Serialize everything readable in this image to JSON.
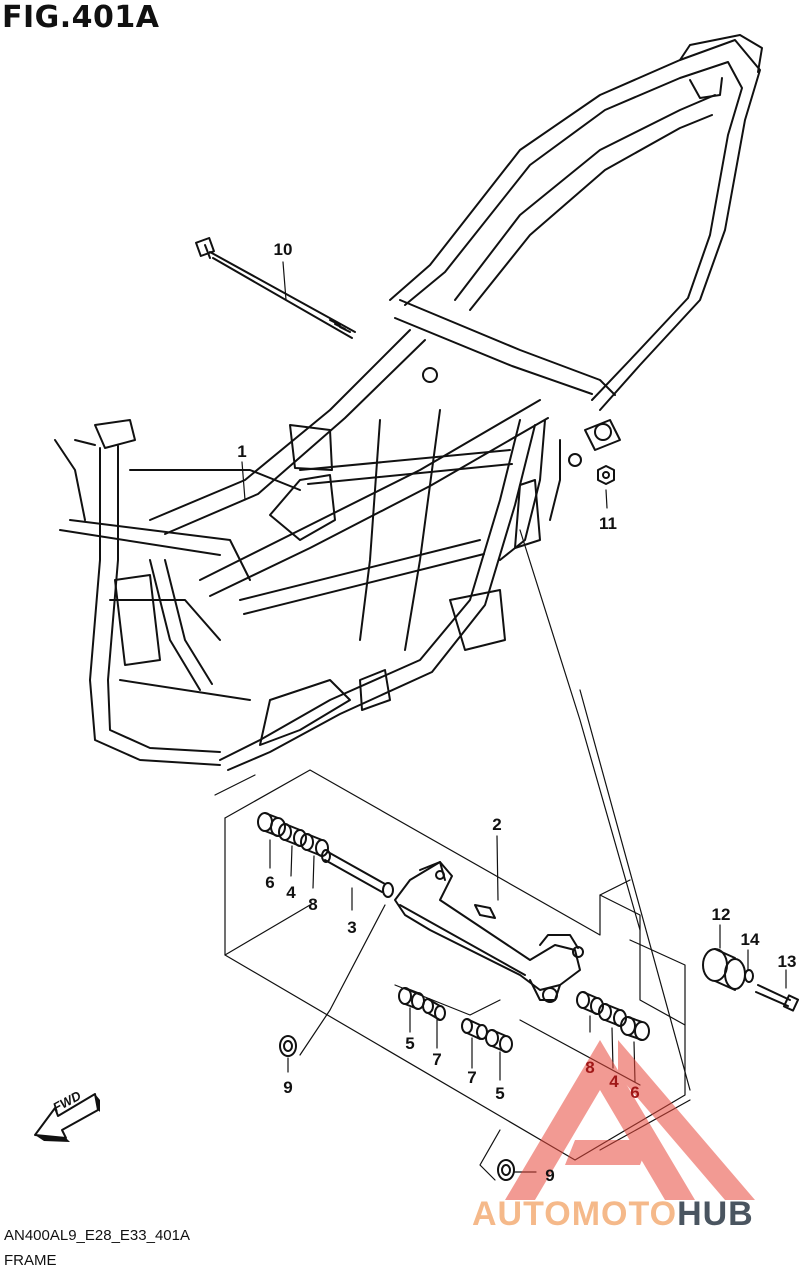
{
  "figure": {
    "title": "FIG.401A"
  },
  "footer": {
    "drawing_code": "AN400AL9_E28_E33_401A",
    "name": "FRAME"
  },
  "fwd_label": "FWD",
  "watermark": {
    "part_a": "AUTOMOTO",
    "part_b": "HUB",
    "color_a": "#f5b98a",
    "color_b": "#4a5560",
    "triangle_color": "#e8493c"
  },
  "callouts": [
    {
      "id": "1",
      "label": "1"
    },
    {
      "id": "2",
      "label": "2"
    },
    {
      "id": "3",
      "label": "3"
    },
    {
      "id": "4a",
      "label": "4"
    },
    {
      "id": "4b",
      "label": "4"
    },
    {
      "id": "5a",
      "label": "5"
    },
    {
      "id": "5b",
      "label": "5"
    },
    {
      "id": "6a",
      "label": "6"
    },
    {
      "id": "6b",
      "label": "6"
    },
    {
      "id": "7a",
      "label": "7"
    },
    {
      "id": "7b",
      "label": "7"
    },
    {
      "id": "8a",
      "label": "8"
    },
    {
      "id": "8b",
      "label": "8"
    },
    {
      "id": "9a",
      "label": "9"
    },
    {
      "id": "9b",
      "label": "9"
    },
    {
      "id": "10",
      "label": "10"
    },
    {
      "id": "11",
      "label": "11"
    },
    {
      "id": "12",
      "label": "12"
    },
    {
      "id": "13",
      "label": "13"
    },
    {
      "id": "14",
      "label": "14"
    }
  ]
}
